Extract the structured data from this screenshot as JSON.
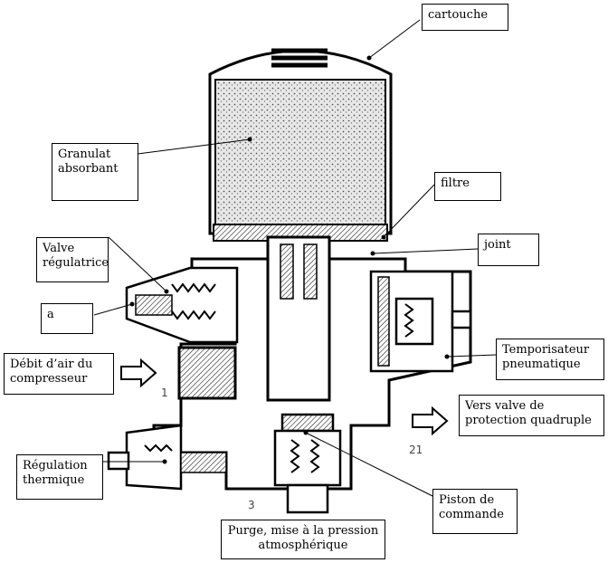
{
  "labels": {
    "cartouche": "cartouche",
    "granulat": "Granulat\nabsorbant",
    "filtre": "filtre",
    "joint": "joint",
    "valve": "Valve\nrégulatrice",
    "a": "a",
    "debit": "Débit d’air du\ncompresseur",
    "temporisateur": "Temporisateur\npneumatique",
    "vers_valve": "Vers valve de\nprotection quadruple",
    "regulation": "Régulation\nthermique",
    "piston": "Piston de\ncommande",
    "purge": "Purge, mise à la pression\natmosphérique"
  },
  "port_numbers": {
    "p1": "1",
    "p21": "21",
    "p3": "3"
  }
}
